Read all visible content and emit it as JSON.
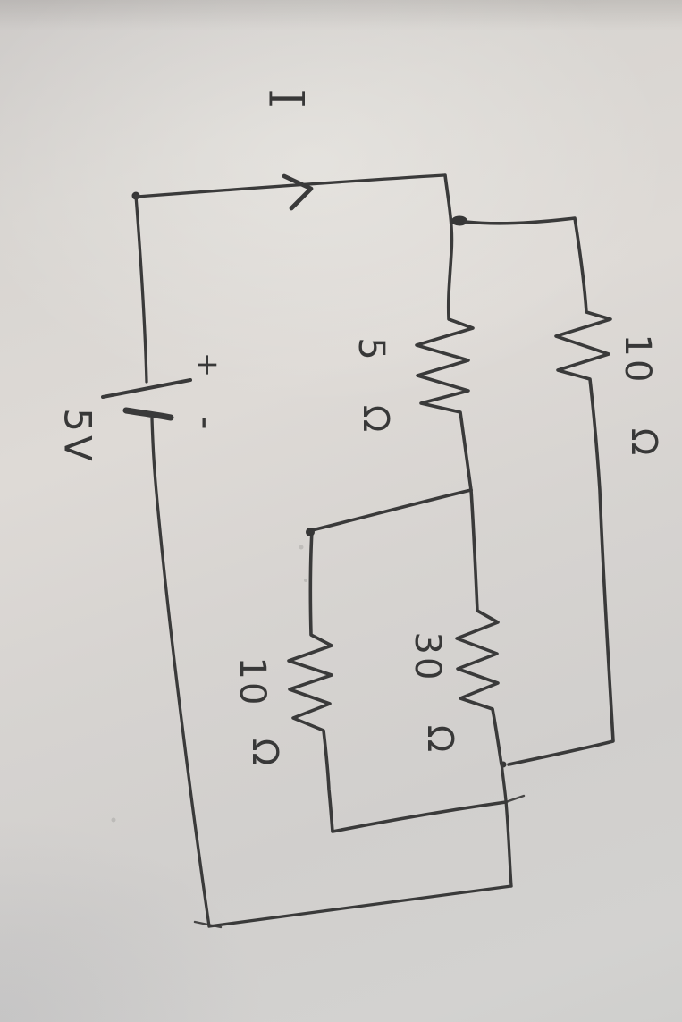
{
  "scene": {
    "description": "Photograph of a hand-drawn DC electric circuit sketched in black ink on plain paper, drawing and handwriting rotated 90 degrees clockwise"
  },
  "circuit": {
    "current_label": "I",
    "battery": {
      "value": "5V",
      "positive_terminal": "+",
      "negative_terminal": "-"
    },
    "resistors": [
      {
        "id": "series-top",
        "value": "5",
        "unit": "Ω"
      },
      {
        "id": "right-branch",
        "value": "10",
        "unit": "Ω"
      },
      {
        "id": "middle-branch",
        "value": "30",
        "unit": "Ω"
      },
      {
        "id": "left-branch",
        "value": "10",
        "unit": "Ω"
      }
    ],
    "colors": {
      "ink": "#3a3a3a",
      "paper": "#d4d1ce"
    }
  }
}
